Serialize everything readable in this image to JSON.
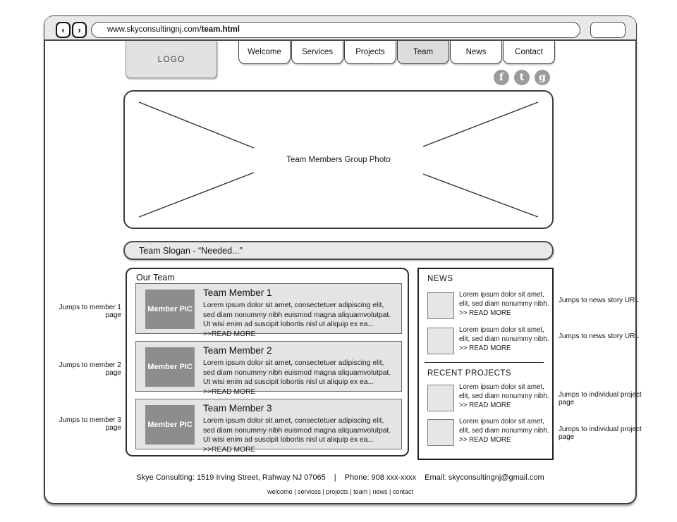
{
  "browser": {
    "back_icon": "‹",
    "forward_icon": "›",
    "url_prefix": "www.skyconsultingnj.com/",
    "url_bold": "team.html"
  },
  "header": {
    "logo_label": "LOGO",
    "tabs": [
      {
        "label": "Welcome",
        "active": false
      },
      {
        "label": "Services",
        "active": false
      },
      {
        "label": "Projects",
        "active": false
      },
      {
        "label": "Team",
        "active": true
      },
      {
        "label": "News",
        "active": false
      },
      {
        "label": "Contact",
        "active": false
      }
    ],
    "social": [
      {
        "name": "facebook",
        "glyph": "f"
      },
      {
        "name": "twitter",
        "glyph": "t"
      },
      {
        "name": "google",
        "glyph": "g"
      }
    ]
  },
  "hero": {
    "placeholder_label": "Team Members Group Photo"
  },
  "slogan_text": "Team Slogan - “Needed...”",
  "team": {
    "heading": "Our Team",
    "pic_label": "Member PIC",
    "members": [
      {
        "title": "Team Member 1",
        "body": "Lorem ipsum dolor sit amet, consectetuer adipiscing elit, sed diam nonummy nibh euismod magna aliquamvolutpat. Ut wisi enim ad suscipit lobortis nisl ut aliquip ex ea... >>READ MORE"
      },
      {
        "title": "Team Member 2",
        "body": "Lorem ipsum dolor sit amet, consectetuer adipiscing elit, sed diam nonummy nibh euismod magna aliquamvolutpat. Ut wisi enim ad suscipit lobortis nisl ut aliquip ex ea... >>READ MORE"
      },
      {
        "title": "Team Member 3",
        "body": "Lorem ipsum dolor sit amet, consectetuer adipiscing elit, sed diam nonummy nibh euismod magna aliquamvolutpat. Ut wisi enim ad suscipit lobortis nisl ut aliquip ex ea... >>READ MORE"
      }
    ]
  },
  "sidebar": {
    "news_heading": "NEWS",
    "projects_heading": "RECENT PROJECTS",
    "news_items": [
      {
        "text": "Lorem ipsum dolor sit amet, elit, sed diam nonummy nibh. >> READ MORE"
      },
      {
        "text": "Lorem ipsum dolor sit amet, elit, sed diam nonummy nibh. >> READ MORE"
      }
    ],
    "project_items": [
      {
        "text": "Lorem ipsum dolor sit amet, elit, sed diam nonummy nibh. >> READ MORE"
      },
      {
        "text": "Lorem ipsum dolor sit amet, elit, sed diam nonummy nibh. >> READ MORE"
      }
    ]
  },
  "annotations": {
    "member_links": [
      "Jumps to member 1 page",
      "Jumps to member 2 page",
      "Jumps to member 3 page"
    ],
    "news_links": [
      "Jumps to news story URL",
      "Jumps to news story URL"
    ],
    "project_links": [
      "Jumps to individual project page",
      "Jumps to individual project page"
    ]
  },
  "footer": {
    "address": "Skye Consulting: 1519 Irving Street, Rahway NJ 07065",
    "divider": "|",
    "phone": "Phone: 908 xxx-xxxx",
    "email": "Email: skyconsultingnj@gmail.com",
    "nav": "welcome | services | projects | team | news | contact"
  },
  "colors": {
    "chrome_bg": "#e9e9e9",
    "panel_gray": "#e4e4e4",
    "pic_gray": "#8d8d8d",
    "social_gray": "#9b9b9b",
    "border_dark": "#3d3d3d"
  }
}
